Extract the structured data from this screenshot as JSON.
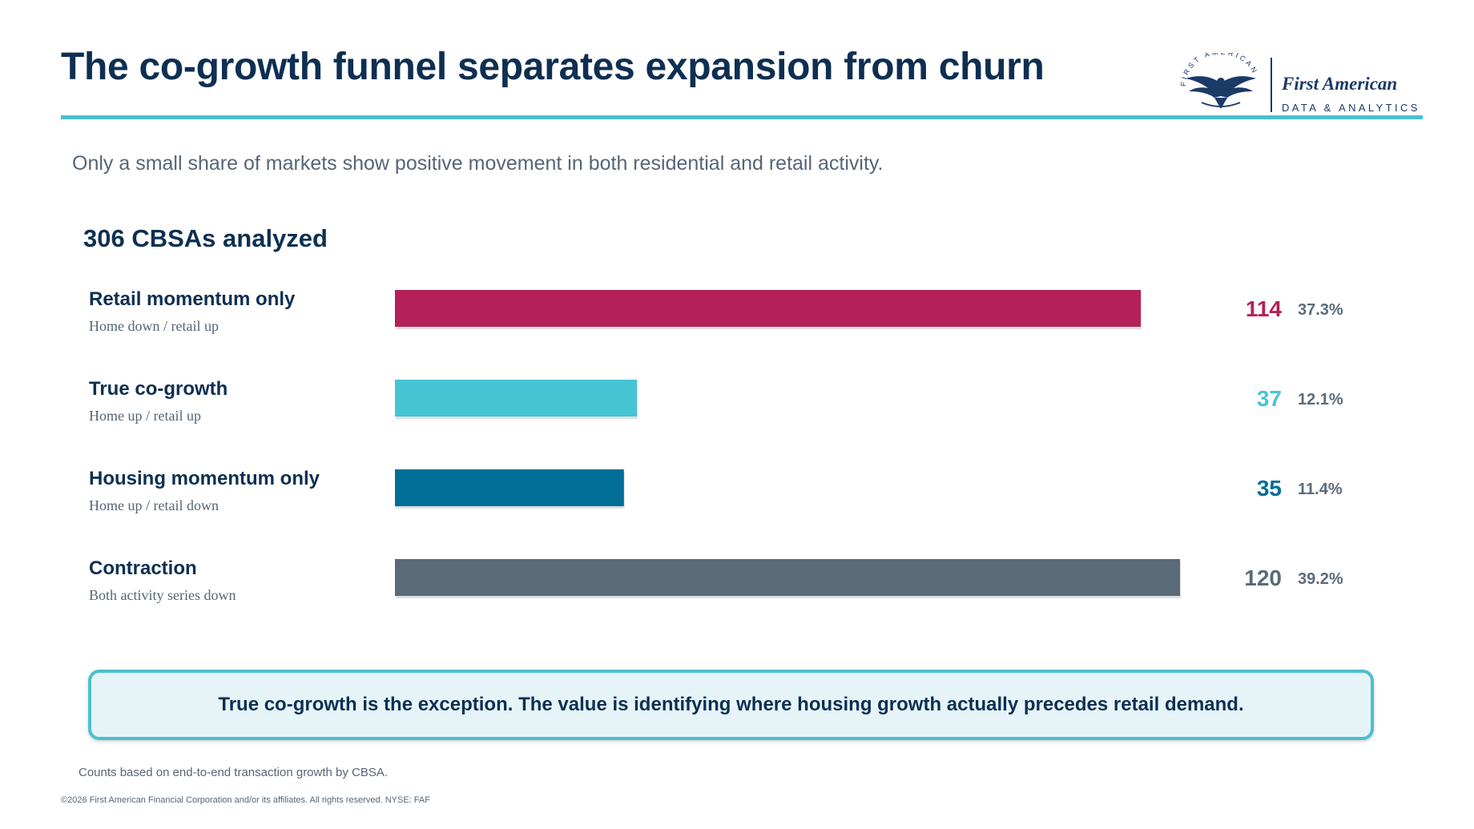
{
  "header": {
    "title": "The co-growth funnel separates expansion from churn",
    "subtitle": "Only a small share of markets show positive movement in both residential and retail activity."
  },
  "logo": {
    "name": "First American",
    "sub": "DATA & ANALYTICS",
    "seal_text": "FIRST AMERICAN"
  },
  "chart_data": {
    "type": "bar",
    "orientation": "horizontal",
    "title": "306 CBSAs analyzed",
    "total": 306,
    "categories": [
      "Retail momentum only",
      "True co-growth",
      "Housing momentum only",
      "Contraction"
    ],
    "descriptions": [
      "Home down / retail up",
      "Home up / retail up",
      "Home up / retail down",
      "Both activity series down"
    ],
    "values": [
      114,
      37,
      35,
      120
    ],
    "percent_labels": [
      "37.3%",
      "12.1%",
      "11.4%",
      "39.2%"
    ],
    "colors": [
      "#b32158",
      "#47c4d4",
      "#006e96",
      "#5a6b77"
    ],
    "grid": false,
    "legend": "none"
  },
  "callout": {
    "text": "True co-growth is the exception. The value is identifying where housing growth actually precedes retail demand."
  },
  "footnote": "Counts based on end-to-end transaction growth by CBSA.",
  "copyright": "©2026 First American Financial Corporation and/or its affiliates. All rights reserved. NYSE: FAF"
}
